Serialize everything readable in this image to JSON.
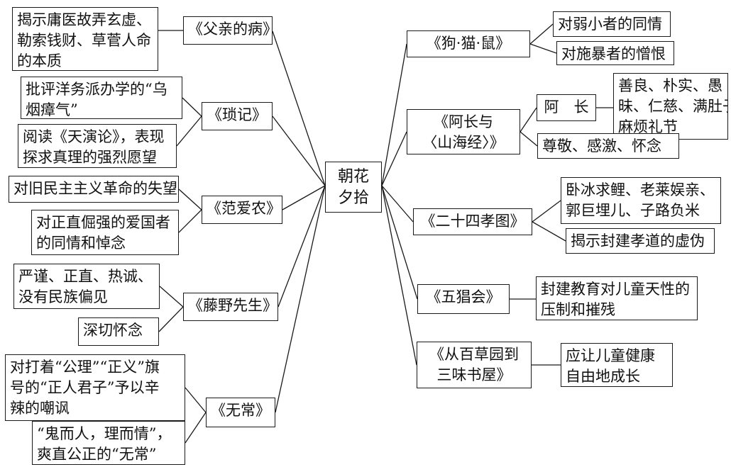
{
  "center": {
    "lines": [
      "朝花",
      "夕拾"
    ]
  },
  "left": [
    {
      "title": "《父亲的病》",
      "notes": [
        {
          "lines": [
            "揭示庸医故弄玄虚、",
            "勒索钱财、草菅人命",
            "的本质"
          ]
        }
      ]
    },
    {
      "title": "《琐记》",
      "notes": [
        {
          "lines": [
            "批评洋务派办学的“乌",
            "烟瘴气”"
          ]
        },
        {
          "lines": [
            "阅读《天演论》，表现",
            "探求真理的强烈愿望"
          ]
        }
      ]
    },
    {
      "title": "《范爱农》",
      "notes": [
        {
          "lines": [
            "对旧民主主义革命的失望"
          ]
        },
        {
          "lines": [
            "对正直倔强的爱国者",
            "的同情和悼念"
          ]
        }
      ]
    },
    {
      "title": "《藤野先生》",
      "notes": [
        {
          "lines": [
            "严谨、正直、热诚、",
            "没有民族偏见"
          ]
        },
        {
          "lines": [
            "深切怀念"
          ]
        }
      ]
    },
    {
      "title": "《无常》",
      "notes": [
        {
          "lines": [
            "对打着“公理”“正义”旗",
            "号的“正人君子”予以辛",
            "辣的嘲讽"
          ]
        },
        {
          "lines": [
            "“鬼而人，理而情”，",
            "爽直公正的“无常”"
          ]
        }
      ]
    }
  ],
  "right": [
    {
      "title_lines": [
        "《狗·猫·鼠》"
      ],
      "notes": [
        {
          "lines": [
            "对弱小者的同情"
          ]
        },
        {
          "lines": [
            "对施暴者的憎恨"
          ]
        }
      ]
    },
    {
      "title_lines": [
        "《阿长与",
        "〈山海经〉》"
      ],
      "sub": {
        "label": "阿　长",
        "notes": [
          {
            "lines": [
              "善良、朴实、愚",
              "昧、仁慈、满肚子",
              "麻烦礼节"
            ]
          }
        ]
      },
      "notes": [
        {
          "lines": [
            "尊敬、感激、怀念"
          ]
        }
      ]
    },
    {
      "title_lines": [
        "《二十四孝图》"
      ],
      "notes": [
        {
          "lines": [
            "卧冰求鲤、老莱娱亲、",
            "郭巨埋儿、子路负米"
          ]
        },
        {
          "lines": [
            "揭示封建孝道的虚伪"
          ]
        }
      ]
    },
    {
      "title_lines": [
        "《五猖会》"
      ],
      "notes": [
        {
          "lines": [
            "封建教育对儿童天性的",
            "压制和摧残"
          ]
        }
      ]
    },
    {
      "title_lines": [
        "《从百草园到",
        "三味书屋》"
      ],
      "notes": [
        {
          "lines": [
            "应让儿童健康",
            "自由地成长"
          ]
        }
      ]
    }
  ]
}
